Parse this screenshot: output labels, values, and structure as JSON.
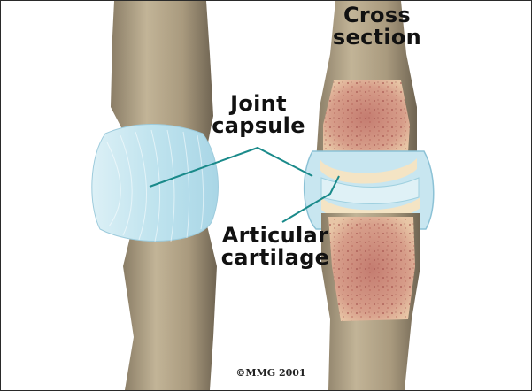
{
  "labels": {
    "cross_section": "Cross section",
    "joint_capsule": "Joint capsule",
    "articular_cartilage": "Articular cartilage"
  },
  "copyright": "©MMG 2001",
  "colors": {
    "bone": "#b3a48a",
    "bone_shadow": "#7f735f",
    "capsule": "#c8e6f0",
    "marrow": "#c9877a",
    "cartilage_edge": "#f4e4c4",
    "leader_line": "#1a8a8a"
  }
}
